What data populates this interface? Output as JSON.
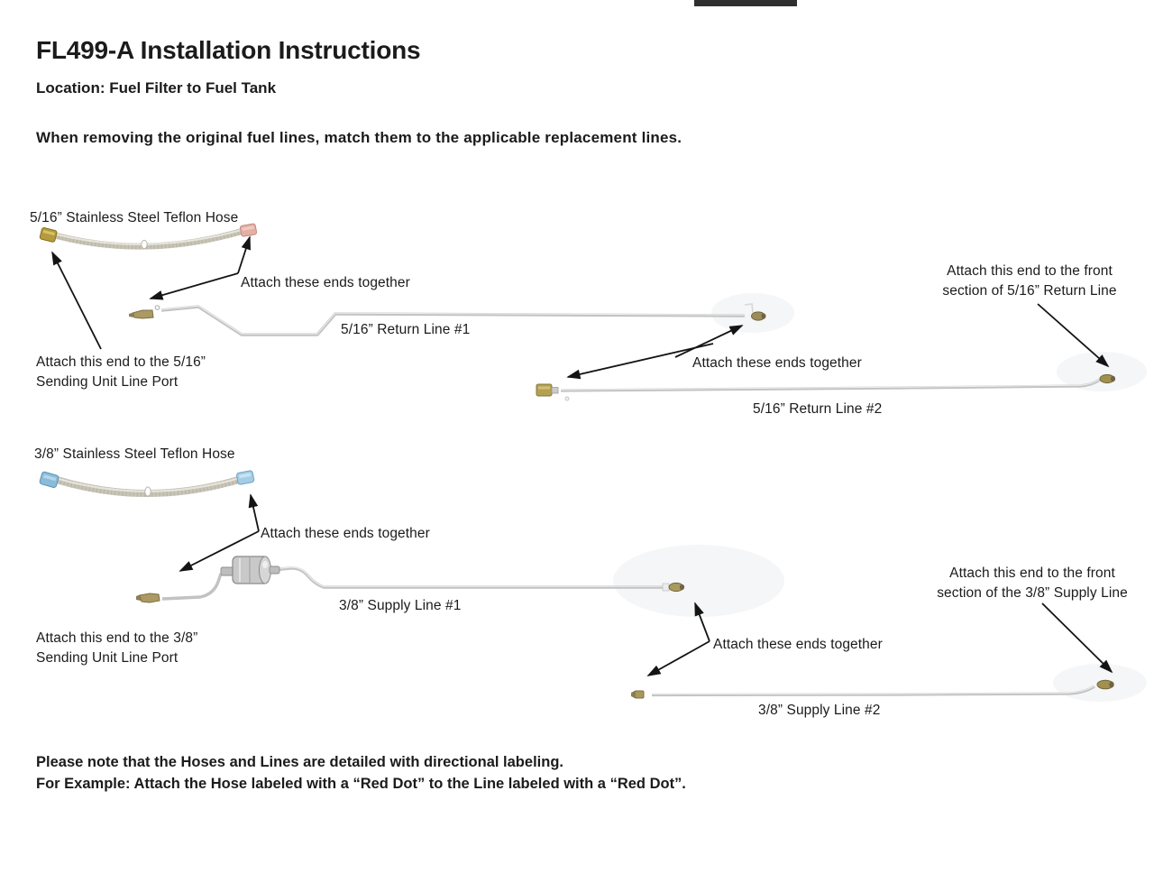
{
  "header": {
    "title": "FL499-A Installation Instructions",
    "location": "Location: Fuel Filter to Fuel Tank",
    "statement": "When removing the original fuel lines, match them to the applicable replacement lines."
  },
  "diagram": {
    "hose_516_label": "5/16” Stainless Steel Teflon Hose",
    "hose_38_label": "3/8” Stainless Steel Teflon Hose",
    "return_line_1_label": "5/16” Return Line #1",
    "return_line_2_label": "5/16” Return Line #2",
    "supply_line_1_label": "3/8” Supply Line #1",
    "supply_line_2_label": "3/8” Supply Line #2",
    "attach_ends_label": "Attach these ends together",
    "attach_sending_516_line1": "Attach this end to the 5/16”",
    "attach_sending_516_line2": "Sending Unit Line Port",
    "attach_sending_38_line1": "Attach this end to the 3/8”",
    "attach_sending_38_line2": "Sending Unit Line Port",
    "attach_front_516_line1": "Attach this end to the front",
    "attach_front_516_line2": "section of 5/16” Return Line",
    "attach_front_38_line1": "Attach this end to the front",
    "attach_front_38_line2": "section of the 3/8” Supply Line"
  },
  "footer": {
    "note_line1": "Please note that the Hoses and Lines are detailed with directional labeling.",
    "note_line2": "For Example: Attach the Hose labeled with a “Red Dot” to the Line labeled with a “Red Dot”."
  },
  "icons": {
    "arrow": "solid-black-annotation-arrow"
  },
  "colors": {
    "text": "#1b1b1b",
    "top_bar": "#2f2f2f",
    "line_gray": "#c2c2c2",
    "line_highlight": "#ececec",
    "hose_braid": "#c7c4b6",
    "brass_fitting": "#b3a052",
    "pink_fitting": "#e5afa6",
    "blue_fitting": "#8abbd8",
    "arrow": "#141414"
  }
}
